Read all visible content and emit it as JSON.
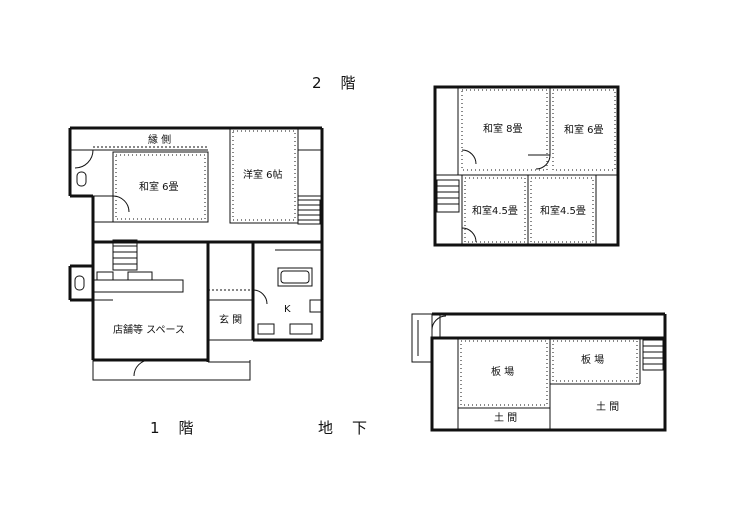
{
  "floors": {
    "second": "2　階",
    "first": "1　階",
    "basement": "地　下"
  },
  "first_floor": {
    "engawa": "縁 側",
    "washitsu": "和室 6畳",
    "youshitsu": "洋室 6帖",
    "store": "店舗等 スペース",
    "genkan": "玄 関",
    "kitchen": "K"
  },
  "second_floor": {
    "r8": "和室 8畳",
    "r6": "和室 6畳",
    "r45a": "和室4.5畳",
    "r45b": "和室4.5畳"
  },
  "basement": {
    "itaba1": "板 場",
    "itaba2": "板 場",
    "doma1": "土 間",
    "doma2": "土 間"
  }
}
